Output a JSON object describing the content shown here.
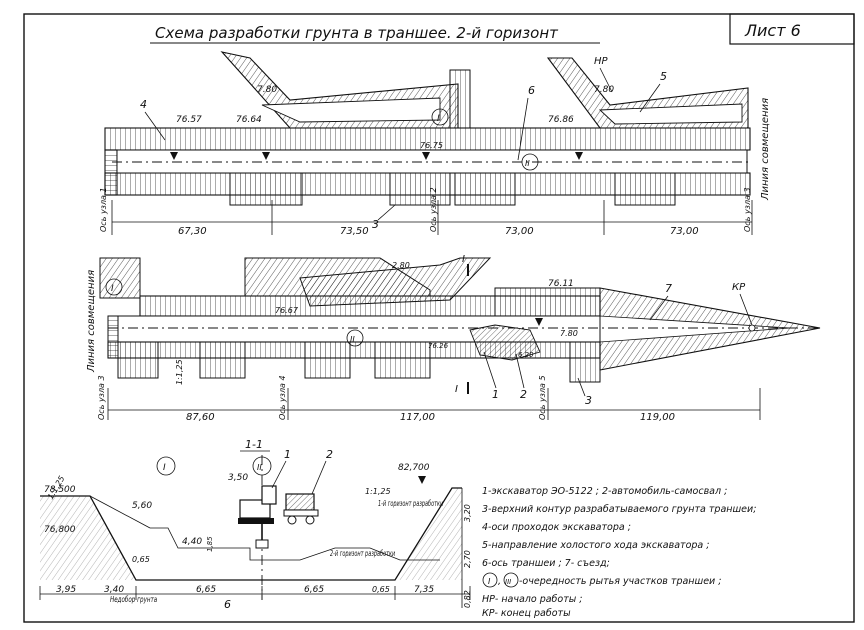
{
  "title": "Схема разработки грунта в траншее.  2-й горизонт",
  "sheet": "Лист 6",
  "top_plan": {
    "labels": {
      "mark_76_57": "76.57",
      "mark_76_64": "76.64",
      "mark_76_75": "76.75",
      "mark_76_86": "76.86",
      "dim_7_80_a": "7.80",
      "dim_7_80_b": "7.80",
      "nr": "НР",
      "callout_4": "4",
      "callout_5": "5",
      "callout_6": "6",
      "callout_3": "3",
      "circle_1": "I",
      "circle_2": "II",
      "align_line": "Линия совмещения"
    },
    "axes": [
      "Ось узла 1",
      "Ось узла 2",
      "Ось узла 3"
    ],
    "dimensions": [
      "67,30",
      "73,50",
      "73,00",
      "73,00"
    ]
  },
  "mid_plan": {
    "labels": {
      "align_line": "Линия совмещения",
      "mark_76_67": "76.67",
      "mark_76_11": "76.11",
      "mark_76_26": "76.26",
      "dim_7_80": "7.80",
      "dim_2_80": "2.80",
      "dim_6_20": "6.20",
      "slope": "1:1,25",
      "section_mark": "I",
      "kp": "КР",
      "callout_7": "7",
      "callout_1": "1",
      "callout_2": "2",
      "callout_3": "3",
      "circle_1": "I",
      "circle_2": "II"
    },
    "axes": [
      "Ось узла 3",
      "Ось узла 4",
      "Ось узла 5"
    ],
    "dimensions": [
      "87,60",
      "117,00",
      "119,00"
    ]
  },
  "section": {
    "title": "1-1",
    "circle_1": "I",
    "circle_2": "II",
    "callout_1": "1",
    "callout_2": "2",
    "callout_6": "6",
    "labels": {
      "slope_left": "1:1,25",
      "slope_right": "1:1,25",
      "mark_78_500": "78,500",
      "mark_76_800": "76,800",
      "mark_82_700": "82,700",
      "dim_5_60": "5,60",
      "dim_3_50": "3,50",
      "dim_4_40": "4,40",
      "dim_1_85": "1,85",
      "dim_0_65_a": "0,65",
      "dim_0_65_b": "0,65",
      "dim_3_95": "3,95",
      "dim_3_40": "3,40",
      "dim_6_65_a": "6,65",
      "dim_6_65_b": "6,65",
      "dim_7_35": "7,35",
      "dim_3_20": "3,20",
      "dim_2_70": "2,70",
      "dim_0_82": "0,82",
      "horizon_1": "1-й горизонт разработки",
      "horizon_2": "2-й горизонт разработки",
      "undercut": "Недобор грунта"
    }
  },
  "legend": [
    "1-экскаватор ЭО-5122 ;  2-автомобиль-самосвал ;",
    "3-верхний контур разрабатываемого грунта траншеи;",
    "4-оси проходок экскаватора ;",
    "5-направление холостого хода экскаватора ;",
    "6-ось траншеи ;  7- съезд;",
    "-очередность рытья участков траншеи ;",
    "НР- начало работы ;",
    "КР- конец работы"
  ],
  "legend_circles": [
    "I",
    "III"
  ]
}
